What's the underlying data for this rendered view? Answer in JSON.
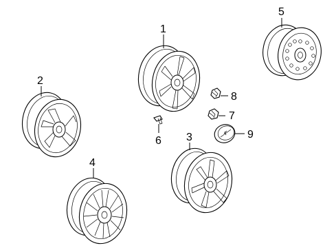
{
  "callouts": [
    {
      "id": "wheel-1",
      "label": "1"
    },
    {
      "id": "wheel-2",
      "label": "2"
    },
    {
      "id": "wheel-3",
      "label": "3"
    },
    {
      "id": "wheel-4",
      "label": "4"
    },
    {
      "id": "spare-wheel-5",
      "label": "5"
    },
    {
      "id": "valve-stem-6",
      "label": "6"
    },
    {
      "id": "lug-nut-7",
      "label": "7"
    },
    {
      "id": "lug-nut-8",
      "label": "8"
    },
    {
      "id": "center-cap-9",
      "label": "9"
    }
  ]
}
